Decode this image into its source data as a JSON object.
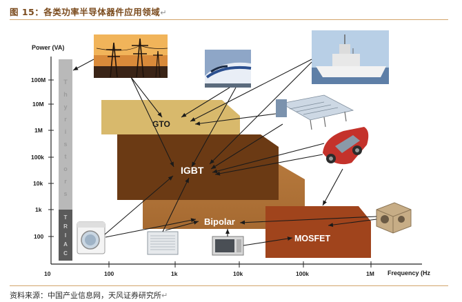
{
  "header": {
    "title": "图 15：各类功率半导体器件应用领域",
    "return_mark": "↵"
  },
  "footer": {
    "source": "资料来源：中国产业信息网，天风证券研究所",
    "return_mark": "↵"
  },
  "figure": {
    "y_axis_label": "Power (VA)",
    "x_axis_label": "Frequency (Hz",
    "y_ticks": [
      "100M",
      "10M",
      "1M",
      "100k",
      "10k",
      "1k",
      "100"
    ],
    "x_ticks": [
      "10",
      "100",
      "1k",
      "10k",
      "100k",
      "1M"
    ],
    "thyristors_letters": [
      "T",
      "h",
      "y",
      "r",
      "i",
      "s",
      "t",
      "o",
      "r",
      "s"
    ],
    "triac_letters": [
      "T",
      "R",
      "I",
      "A",
      "C"
    ],
    "regions": {
      "gto": "GTO",
      "igbt": "IGBT",
      "bipolar": "Bipolar",
      "mosfet": "MOSFET"
    },
    "colors": {
      "gto": "#d8b96c",
      "igbt": "#6b3a14",
      "bipolar": "#b07238",
      "mosfet": "#a0441c",
      "thyristors": "#b9b9b9",
      "triac": "#5a5a5a"
    },
    "images": [
      "power-transmission-towers",
      "high-speed-train",
      "naval-ship",
      "industrial-machinery",
      "electric-car",
      "washing-machine",
      "air-conditioner",
      "microwave-oven",
      "power-supply-unit"
    ]
  }
}
